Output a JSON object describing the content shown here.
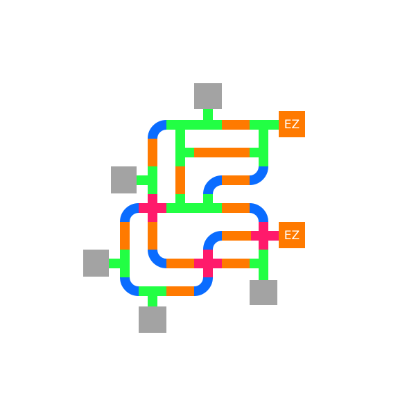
{
  "board": {
    "background": "#ffffff",
    "pipe_colors": {
      "straight_green": "#22ff44",
      "straight_orange": "#ff7a00",
      "elbow_blue": "#0a6cff",
      "cross_pink": "#ff1a6b",
      "source_gray": "#a3a3a3"
    },
    "exits": [
      {
        "label": "EZ",
        "color": "#ff7a00"
      },
      {
        "label": "EZ",
        "color": "#ff7a00"
      }
    ],
    "sources": [
      {
        "name": "top"
      },
      {
        "name": "left-upper"
      },
      {
        "name": "left-lower"
      },
      {
        "name": "bottom"
      },
      {
        "name": "right-lower"
      }
    ]
  }
}
